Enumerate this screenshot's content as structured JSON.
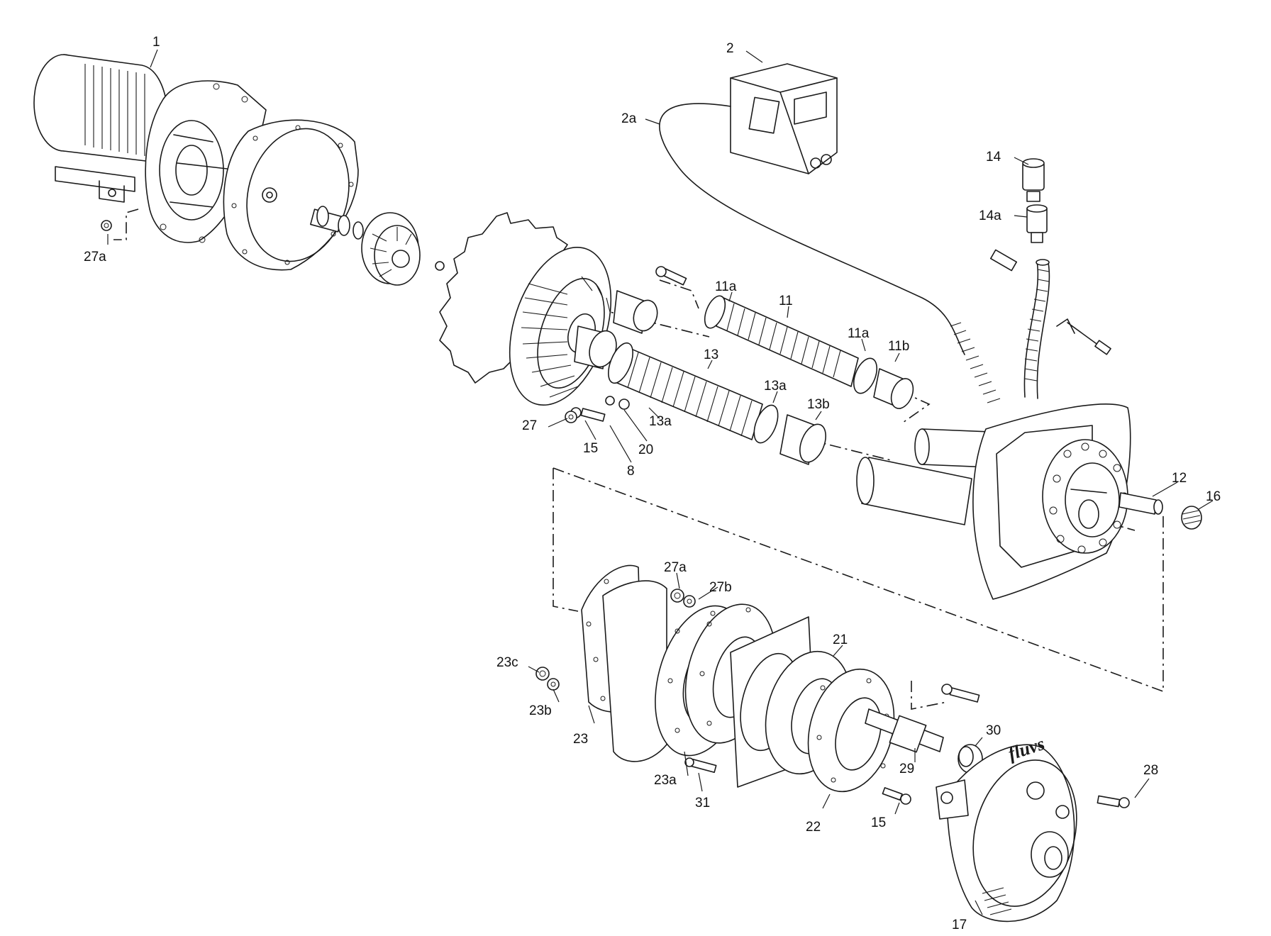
{
  "labels": [
    {
      "text": "1"
    },
    {
      "text": "2"
    },
    {
      "text": "2a"
    },
    {
      "text": "14"
    },
    {
      "text": "14a"
    },
    {
      "text": "27a"
    },
    {
      "text": "11a"
    },
    {
      "text": "11"
    },
    {
      "text": "11a"
    },
    {
      "text": "11b"
    },
    {
      "text": "13"
    },
    {
      "text": "13a"
    },
    {
      "text": "13b"
    },
    {
      "text": "13a"
    },
    {
      "text": "27"
    },
    {
      "text": "15"
    },
    {
      "text": "8"
    },
    {
      "text": "20"
    },
    {
      "text": "12"
    },
    {
      "text": "16"
    },
    {
      "text": "27a"
    },
    {
      "text": "27b"
    },
    {
      "text": "21"
    },
    {
      "text": "23c"
    },
    {
      "text": "23b"
    },
    {
      "text": "23"
    },
    {
      "text": "23a"
    },
    {
      "text": "31"
    },
    {
      "text": "22"
    },
    {
      "text": "15"
    },
    {
      "text": "29"
    },
    {
      "text": "30"
    },
    {
      "text": "28"
    },
    {
      "text": "17"
    }
  ],
  "brand_mark": "fluvs",
  "colors": {
    "line": "#1a1a1a",
    "background": "#ffffff"
  }
}
